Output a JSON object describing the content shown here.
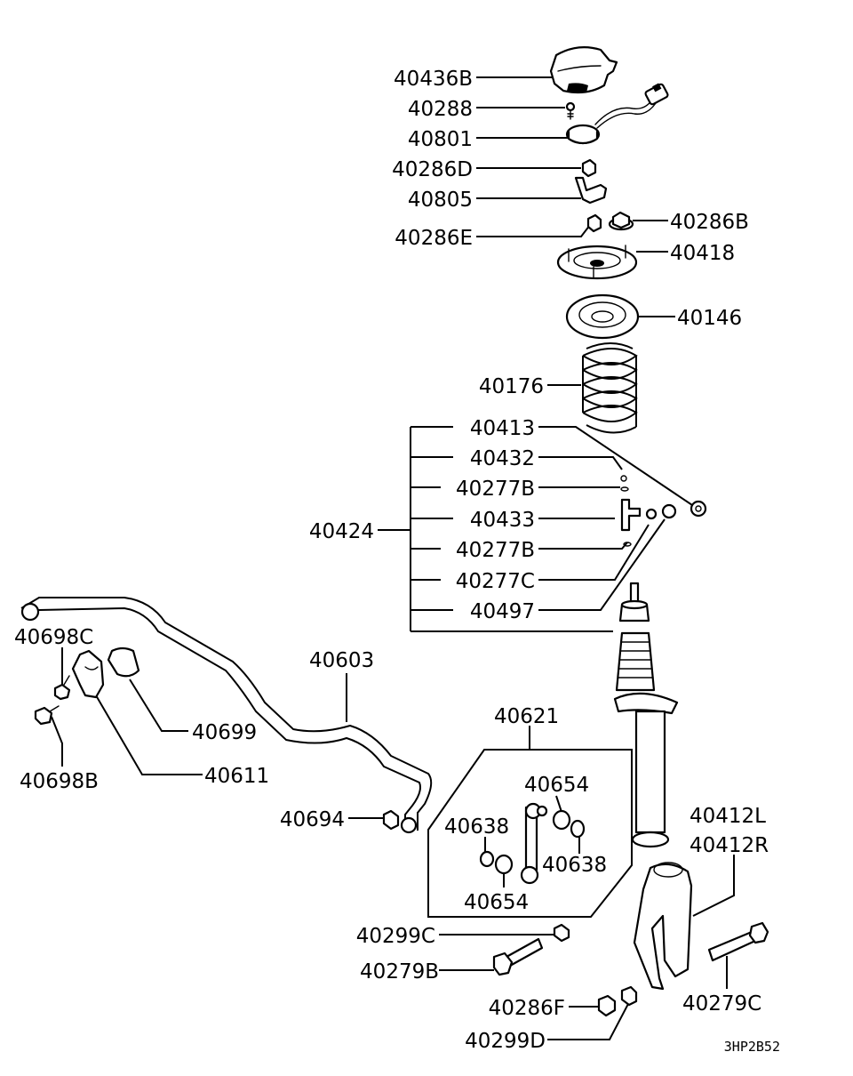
{
  "labels": {
    "p40436B": "40436B",
    "p40288": "40288",
    "p40801": "40801",
    "p40286D": "40286D",
    "p40805": "40805",
    "p40286E": "40286E",
    "p40286B": "40286B",
    "p40418": "40418",
    "p40146": "40146",
    "p40176": "40176",
    "p40413": "40413",
    "p40432": "40432",
    "p40277B_a": "40277B",
    "p40433": "40433",
    "p40277B_b": "40277B",
    "p40277C": "40277C",
    "p40497": "40497",
    "p40424": "40424",
    "p40698C": "40698C",
    "p40603": "40603",
    "p40699": "40699",
    "p40698B": "40698B",
    "p40611": "40611",
    "p40621": "40621",
    "p40654_a": "40654",
    "p40638_a": "40638",
    "p40638_b": "40638",
    "p40654_b": "40654",
    "p40694": "40694",
    "p40412L": "40412L",
    "p40412R": "40412R",
    "p40299C": "40299C",
    "p40279B": "40279B",
    "p40279C": "40279C",
    "p40286F": "40286F",
    "p40299D": "40299D"
  },
  "diagram_code": "3HP2B52"
}
